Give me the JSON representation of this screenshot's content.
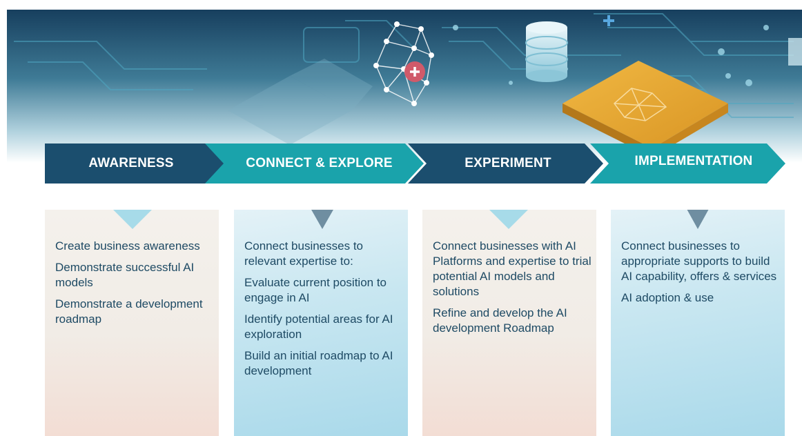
{
  "stages": [
    {
      "title": "AWARENESS",
      "items": [
        "Create business awareness",
        "Demonstrate successful AI models",
        "Demonstrate a development roadmap"
      ]
    },
    {
      "title": "CONNECT & EXPLORE",
      "items": [
        "Connect businesses to relevant expertise to:",
        "Evaluate current position to engage in AI",
        "Identify potential areas for AI exploration",
        "Build an initial roadmap to AI development"
      ]
    },
    {
      "title": "EXPERIMENT",
      "items": [
        "Connect businesses with AI Platforms and expertise to trial potential AI models and solutions",
        "Refine and develop the AI development Roadmap"
      ]
    },
    {
      "title": "IMPLEMENTATION",
      "items": [
        "Connect businesses to appropriate supports to build AI capability, offers & services",
        "AI adoption & use"
      ]
    },
    {
      "title": "",
      "items": []
    }
  ],
  "colors": {
    "dark_navy": "#1b4e6e",
    "teal": "#1aa3ab",
    "card_text": "#1e4a64",
    "light_pointer": "#a7dbe9",
    "dark_pointer": "#6f8ea1"
  }
}
